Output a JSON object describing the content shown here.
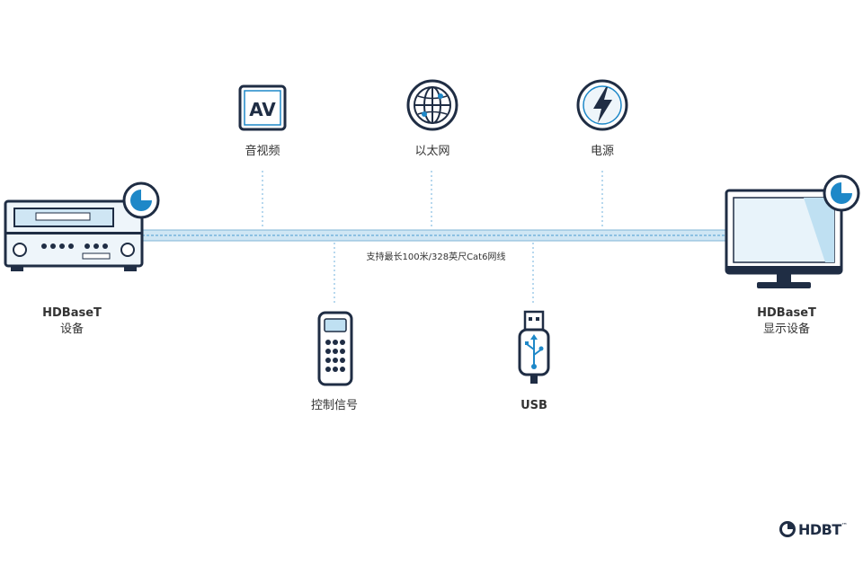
{
  "diagram": {
    "nodes": {
      "source_device": {
        "line1": "HDBaseT",
        "line2": "设备"
      },
      "display_device": {
        "line1": "HDBaseT",
        "line2": "显示设备"
      },
      "av": {
        "badge": "AV",
        "label": "音视频"
      },
      "ethernet": {
        "label": "以太网"
      },
      "power": {
        "label": "电源"
      },
      "control": {
        "label": "控制信号"
      },
      "usb": {
        "label": "USB"
      }
    },
    "cable_label": "支持最长100米/328英尺Cat6网线",
    "logo": {
      "text": "HDBT",
      "trademark": "™"
    }
  },
  "colors": {
    "accent_blue": "#1e88c8",
    "navy": "#1f2d44",
    "light_blue": "#bfe0f2",
    "dotted_line": "#9fcbe8"
  }
}
